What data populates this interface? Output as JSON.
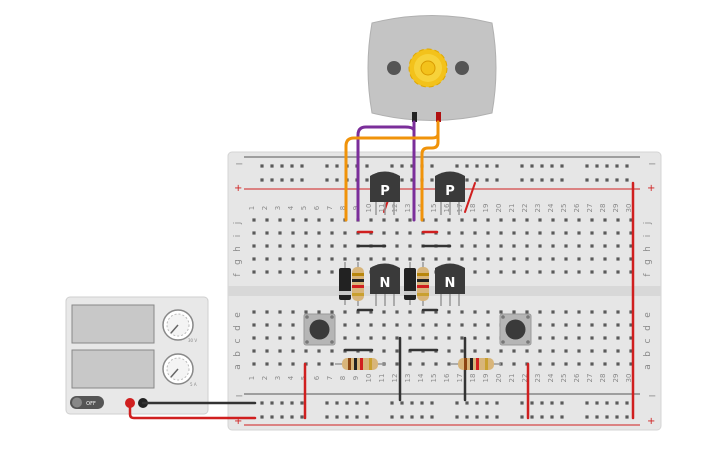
{
  "breadboard": {
    "row_letters_top": [
      "j",
      "i",
      "h",
      "g",
      "f"
    ],
    "row_letters_bottom": [
      "e",
      "d",
      "c",
      "b",
      "a"
    ],
    "column_numbers": [
      "1",
      "2",
      "3",
      "4",
      "5",
      "6",
      "7",
      "8",
      "9",
      "10",
      "11",
      "12",
      "13",
      "14",
      "15",
      "16",
      "17",
      "18",
      "19",
      "20",
      "21",
      "22",
      "23",
      "24",
      "25",
      "26",
      "27",
      "28",
      "29",
      "30"
    ],
    "rail_minus": "−",
    "rail_plus": "+"
  },
  "transistors": {
    "pnp_left": "P",
    "pnp_right": "P",
    "npn_left": "N",
    "npn_right": "N"
  },
  "power_supply": {
    "switch_label": "OFF",
    "knob1_scale": "30 V",
    "knob2_scale": "5 A"
  },
  "colors": {
    "wire_purple": "#7b2e9a",
    "wire_orange": "#f0930a",
    "wire_red": "#d01f1f",
    "wire_black": "#333333",
    "motor_gear": "#f3c21b"
  },
  "icons": {
    "motor": "dc-motor-icon",
    "transistor": "to92-transistor-icon",
    "diode": "diode-icon",
    "resistor": "resistor-icon",
    "pushbutton": "pushbutton-icon",
    "knob": "rotary-knob-icon"
  }
}
